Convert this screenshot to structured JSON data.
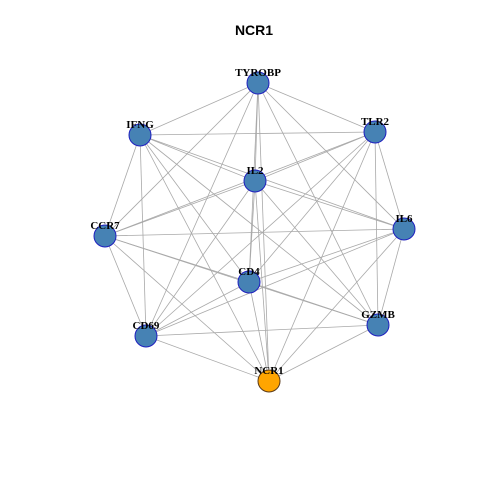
{
  "title": "NCR1",
  "colors": {
    "node_fill": "#4682B4",
    "node_border": "#1f1fbf",
    "highlight_fill": "#FFA500",
    "highlight_border": "#5a3a1a",
    "edge": "#a9a9a9"
  },
  "nodes": [
    {
      "id": "TYROBP",
      "label": "TYROBP",
      "highlight": false
    },
    {
      "id": "TLR2",
      "label": "TLR2",
      "highlight": false
    },
    {
      "id": "IFNG",
      "label": "IFNG",
      "highlight": false
    },
    {
      "id": "IL2",
      "label": "IL2",
      "highlight": false
    },
    {
      "id": "CCR7",
      "label": "CCR7",
      "highlight": false
    },
    {
      "id": "IL6",
      "label": "IL6",
      "highlight": false
    },
    {
      "id": "CD4",
      "label": "CD4",
      "highlight": false
    },
    {
      "id": "CD69",
      "label": "CD69",
      "highlight": false
    },
    {
      "id": "GZMB",
      "label": "GZMB",
      "highlight": false
    },
    {
      "id": "NCR1",
      "label": "NCR1",
      "highlight": true
    }
  ],
  "edges": [
    [
      "TYROBP",
      "IFNG"
    ],
    [
      "TYROBP",
      "TLR2"
    ],
    [
      "TYROBP",
      "IL2"
    ],
    [
      "TYROBP",
      "CCR7"
    ],
    [
      "TYROBP",
      "IL6"
    ],
    [
      "TYROBP",
      "CD4"
    ],
    [
      "TYROBP",
      "CD69"
    ],
    [
      "TYROBP",
      "GZMB"
    ],
    [
      "TYROBP",
      "NCR1"
    ],
    [
      "TLR2",
      "IFNG"
    ],
    [
      "TLR2",
      "IL2"
    ],
    [
      "TLR2",
      "CCR7"
    ],
    [
      "TLR2",
      "IL6"
    ],
    [
      "TLR2",
      "CD4"
    ],
    [
      "TLR2",
      "CD69"
    ],
    [
      "TLR2",
      "GZMB"
    ],
    [
      "TLR2",
      "NCR1"
    ],
    [
      "IFNG",
      "IL2"
    ],
    [
      "IFNG",
      "CCR7"
    ],
    [
      "IFNG",
      "IL6"
    ],
    [
      "IFNG",
      "CD4"
    ],
    [
      "IFNG",
      "CD69"
    ],
    [
      "IFNG",
      "GZMB"
    ],
    [
      "IFNG",
      "NCR1"
    ],
    [
      "IL2",
      "CCR7"
    ],
    [
      "IL2",
      "IL6"
    ],
    [
      "IL2",
      "CD4"
    ],
    [
      "IL2",
      "CD69"
    ],
    [
      "IL2",
      "GZMB"
    ],
    [
      "IL2",
      "NCR1"
    ],
    [
      "CCR7",
      "IL6"
    ],
    [
      "CCR7",
      "CD4"
    ],
    [
      "CCR7",
      "CD69"
    ],
    [
      "CCR7",
      "GZMB"
    ],
    [
      "CCR7",
      "NCR1"
    ],
    [
      "IL6",
      "CD4"
    ],
    [
      "IL6",
      "CD69"
    ],
    [
      "IL6",
      "GZMB"
    ],
    [
      "IL6",
      "NCR1"
    ],
    [
      "CD4",
      "CD69"
    ],
    [
      "CD4",
      "GZMB"
    ],
    [
      "CD4",
      "NCR1"
    ],
    [
      "CD69",
      "GZMB"
    ],
    [
      "CD69",
      "NCR1"
    ],
    [
      "GZMB",
      "NCR1"
    ]
  ]
}
